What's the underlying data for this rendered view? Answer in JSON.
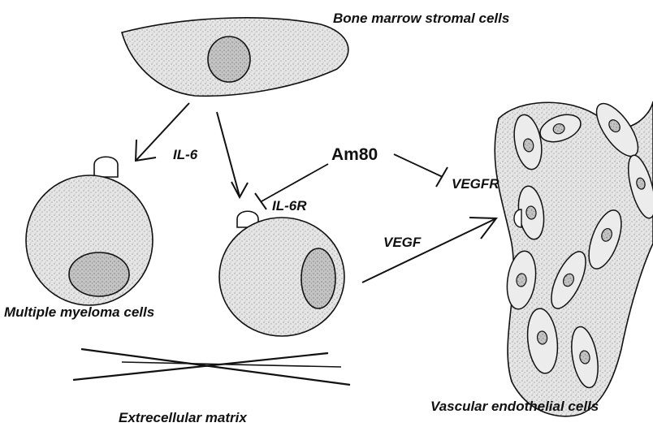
{
  "figure": {
    "labels": {
      "bone_marrow_stromal_cells": "Bone marrow stromal cells",
      "il6": "IL-6",
      "am80": "Am80",
      "il6r": "IL-6R",
      "vegfr": "VEGFR",
      "vegf": "VEGF",
      "multiple_myeloma_cells": "Multiple myeloma cells",
      "extracellular_matrix": "Extrecellular matrix",
      "vascular_endothelial_cells": "Vascular endothelial cells"
    },
    "colors": {
      "stroke": "#111111",
      "cell_fill": "#e4e4e4",
      "nucleus_fill": "#c2c2c2",
      "vessel_fill": "#d6d6d6"
    }
  }
}
